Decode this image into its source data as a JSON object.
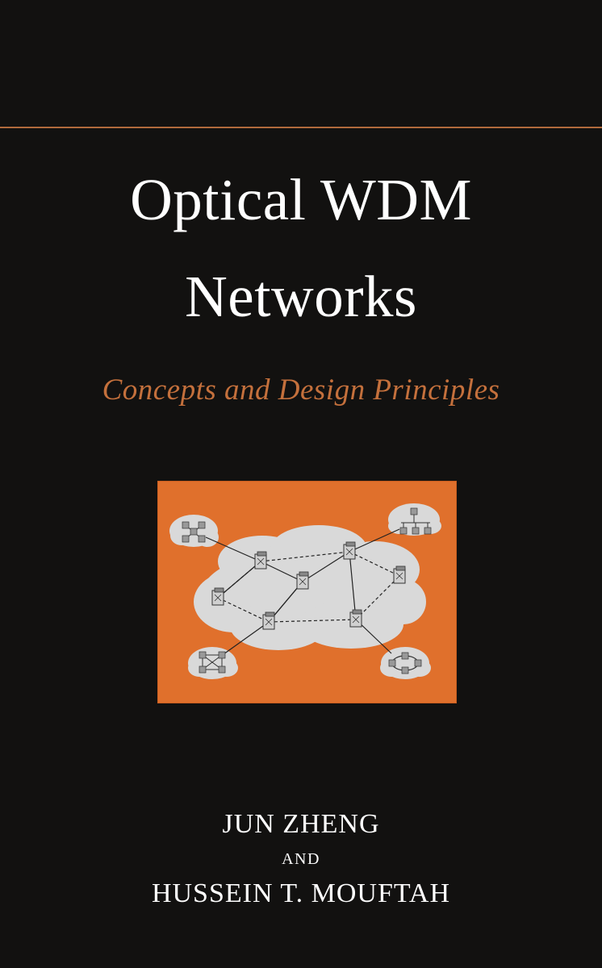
{
  "cover": {
    "title_line1": "Optical WDM",
    "title_line2": "Networks",
    "subtitle": "Concepts and Design Principles",
    "author1": "JUN ZHENG",
    "conjunction": "AND",
    "author2": "HUSSEIN T. MOUFTAH",
    "colors": {
      "background": "#121110",
      "accent_rule": "#b06a3c",
      "subtitle": "#c4703c",
      "illustration_bg": "#e0702c",
      "cloud": "#d9d9d9"
    }
  }
}
